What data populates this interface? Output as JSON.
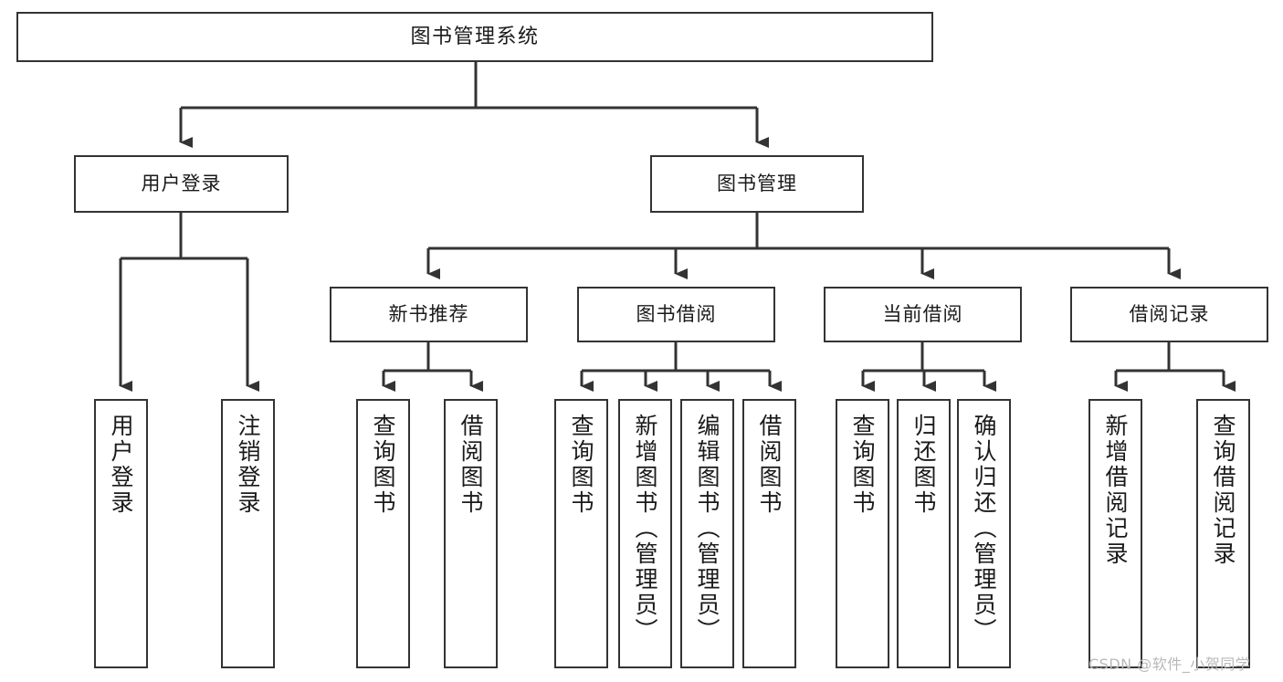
{
  "diagram": {
    "type": "tree-hierarchy-chart",
    "title": "图书管理系统",
    "orientation": "top-down",
    "colors": {
      "box_border": "#333333",
      "box_fill": "#ffffff",
      "connector": "#333333",
      "text": "#1a1a1a",
      "watermark": "#b9b9b9",
      "background": "#ffffff"
    },
    "levels": {
      "root": "图书管理系统",
      "level2": [
        "用户登录",
        "图书管理"
      ],
      "level3": [
        "新书推荐",
        "图书借阅",
        "当前借阅",
        "借阅记录"
      ]
    },
    "nodes": {
      "root": {
        "label": "图书管理系统"
      },
      "user_login": {
        "label": "用户登录"
      },
      "book_manage": {
        "label": "图书管理"
      },
      "new_book_rec": {
        "label": "新书推荐"
      },
      "book_borrow": {
        "label": "图书借阅"
      },
      "current_borrow": {
        "label": "当前借阅"
      },
      "borrow_record": {
        "label": "借阅记录"
      }
    },
    "leaves": {
      "user_login": [
        {
          "label": "用户登录"
        },
        {
          "label": "注销登录"
        }
      ],
      "new_book_rec": [
        {
          "label": "查询图书"
        },
        {
          "label": "借阅图书"
        }
      ],
      "book_borrow": [
        {
          "label": "查询图书"
        },
        {
          "label": "新增图书（管理员）"
        },
        {
          "label": "编辑图书（管理员）"
        },
        {
          "label": "借阅图书"
        }
      ],
      "current_borrow": [
        {
          "label": "查询图书"
        },
        {
          "label": "归还图书"
        },
        {
          "label": "确认归还（管理员）"
        }
      ],
      "borrow_record": [
        {
          "label": "新增借阅记录"
        },
        {
          "label": "查询借阅记录"
        }
      ]
    },
    "watermark": "CSDN @软件_小贺同学"
  }
}
